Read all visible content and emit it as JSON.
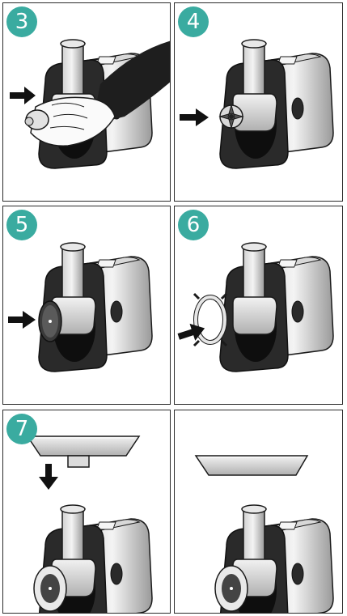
{
  "steps": [
    {
      "number": "3"
    },
    {
      "number": "4"
    },
    {
      "number": "5"
    },
    {
      "number": "6"
    },
    {
      "number": "7"
    },
    {
      "number": ""
    }
  ],
  "colors": {
    "badge": "#3aaba0",
    "body_dark": "#2a2a2a",
    "metal_light": "#e6e6e6",
    "metal_mid": "#b9b9b9",
    "outline": "#1a1a1a"
  }
}
